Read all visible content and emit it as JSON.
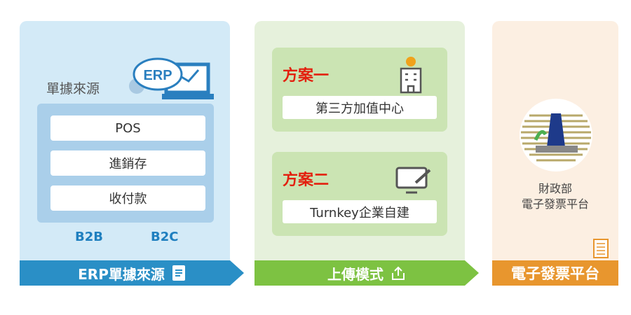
{
  "erp": {
    "label": "單據來源",
    "logo": "ERP",
    "items": [
      "POS",
      "進銷存",
      "收付款"
    ],
    "b2b": "B2B",
    "b2c": "B2C",
    "banner": "ERP單據來源",
    "color": "#2a8fc6"
  },
  "upload": {
    "plans": [
      {
        "title": "方案一",
        "label": "第三方加值中心"
      },
      {
        "title": "方案二",
        "label": "Turnkey企業自建"
      }
    ],
    "banner": "上傳模式",
    "color": "#7dc242"
  },
  "platform": {
    "name_line1": "財政部",
    "name_line2": "電子發票平台",
    "banner": "電子發票平台",
    "color": "#e8962e"
  }
}
